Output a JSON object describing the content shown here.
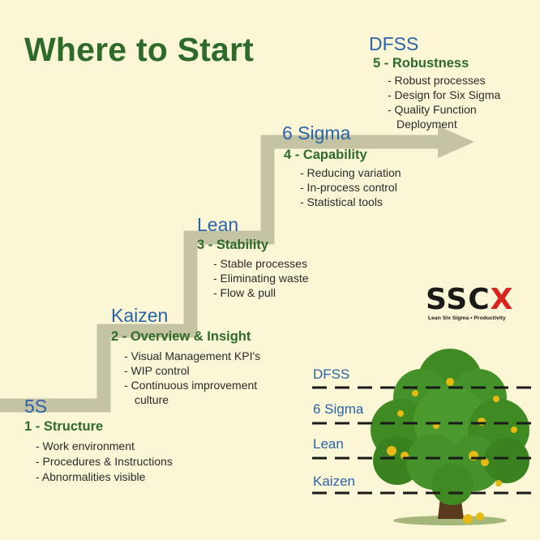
{
  "title": "Where to Start",
  "steps": [
    {
      "level": "5S",
      "name": "1 - Structure",
      "items": [
        "- Work environment",
        "- Procedures & Instructions",
        "- Abnormalities visible"
      ]
    },
    {
      "level": "Kaizen",
      "name": "2 - Overview & Insight",
      "items": [
        "- Visual Management KPI's",
        "- WIP control",
        "- Continuous improvement",
        "culture"
      ]
    },
    {
      "level": "Lean",
      "name": "3 - Stability",
      "items": [
        "- Stable processes",
        "- Eliminating waste",
        "- Flow & pull"
      ]
    },
    {
      "level": "6 Sigma",
      "name": "4 - Capability",
      "items": [
        "- Reducing variation",
        "- In-process control",
        "- Statistical tools"
      ]
    },
    {
      "level": "DFSS",
      "name": "5 - Robustness",
      "items": [
        "- Robust processes",
        "- Design for Six Sigma",
        "- Quality Function",
        "Deployment"
      ]
    }
  ],
  "logo": {
    "main": "SSC",
    "accent": "X",
    "tagline": "Lean Six Sigma • Productivity"
  },
  "tree_levels": [
    "DFSS",
    "6 Sigma",
    "Lean",
    "Kaizen"
  ],
  "colors": {
    "background": "#fbf7d6",
    "staircase": "#c4c3a3",
    "title": "#2e6b2a",
    "level": "#2a63a8",
    "foliage": "#3f8a22",
    "fruit": "#e7b913",
    "trunk": "#5a3a1c"
  }
}
